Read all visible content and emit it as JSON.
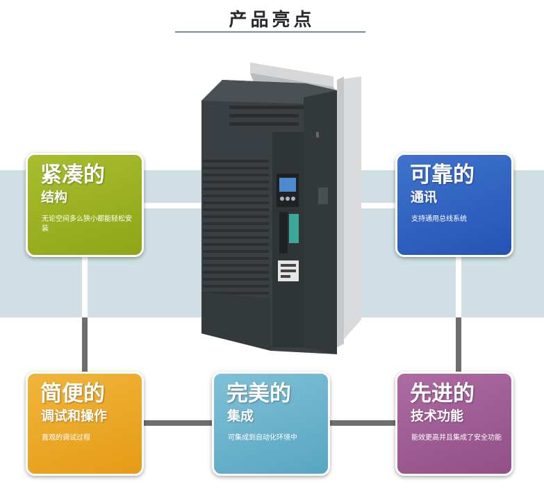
{
  "header": {
    "title": "产品亮点"
  },
  "cards": [
    {
      "title": "紧凑的",
      "subtitle": "结构",
      "desc": "无论空间多么狭小都能轻松安装",
      "color": "#9cb420"
    },
    {
      "title": "可靠的",
      "subtitle": "通讯",
      "desc": "支持通用总线系统",
      "color": "#2f62c2"
    },
    {
      "title": "简便的",
      "subtitle": "调试和操作",
      "desc": "直观的调试过程",
      "color": "#eaa623"
    },
    {
      "title": "完美的",
      "subtitle": "集成",
      "desc": "可集成到自动化环境中",
      "color": "#67b2cc"
    },
    {
      "title": "先进的",
      "subtitle": "技术功能",
      "desc": "能效更高并且集成了安全功能",
      "color": "#9c5b90"
    }
  ]
}
